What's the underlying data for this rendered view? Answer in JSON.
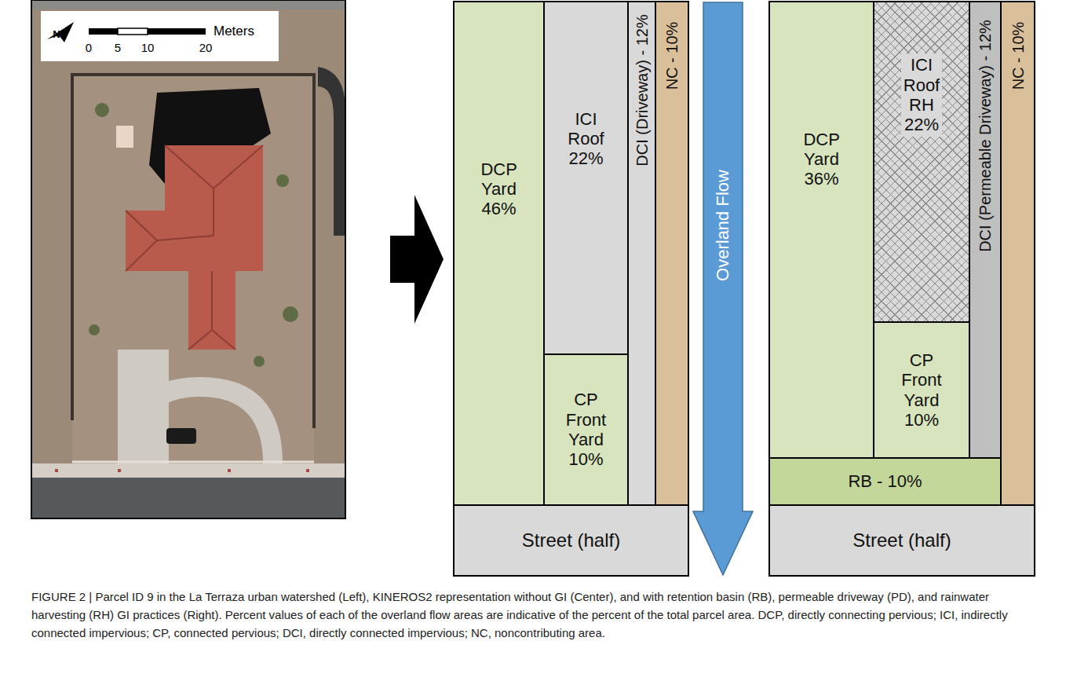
{
  "diagram": {
    "caption": "FIGURE 2 | Parcel ID 9 in the La Terraza urban watershed (Left), KINEROS2 representation without GI (Center), and with retention basin (RB), permeable driveway (PD), and rainwater harvesting (RH) GI practices (Right). Percent values of each of the overland flow areas are indicative of the percent of the total parcel area. DCP, directly connecting pervious; ICI, indirectly connected impervious; CP, connected pervious; DCI, directly connected impervious; NC, noncontributing area.",
    "nodes": [
      {
        "text": [
          "DCP Yard 46%"
        ]
      },
      {
        "text": [
          "ICI Roof 22%"
        ]
      },
      {
        "text": [
          "CP Front Yard 10%"
        ]
      },
      {
        "text": [
          "DCI (Driveway) - 12%"
        ]
      },
      {
        "text": [
          "NC - 10%"
        ]
      },
      {
        "text": [
          "Street (half)"
        ]
      },
      {
        "text": [
          "Overland Flow"
        ]
      },
      {
        "text": [
          "DCP Yard 36%"
        ]
      },
      {
        "text": [
          "ICI Roof RH 22%"
        ]
      },
      {
        "text": [
          "CP Front Yard 10%"
        ]
      },
      {
        "text": [
          "DCI (Permeable Driveway) - 12%"
        ]
      },
      {
        "text": [
          "NC - 10%"
        ]
      },
      {
        "text": [
          "RB - 10%"
        ]
      },
      {
        "text": [
          "Street (half)"
        ]
      }
    ],
    "labels": [
      "N",
      "Meters",
      "0",
      "5",
      "10",
      "20"
    ]
  }
}
